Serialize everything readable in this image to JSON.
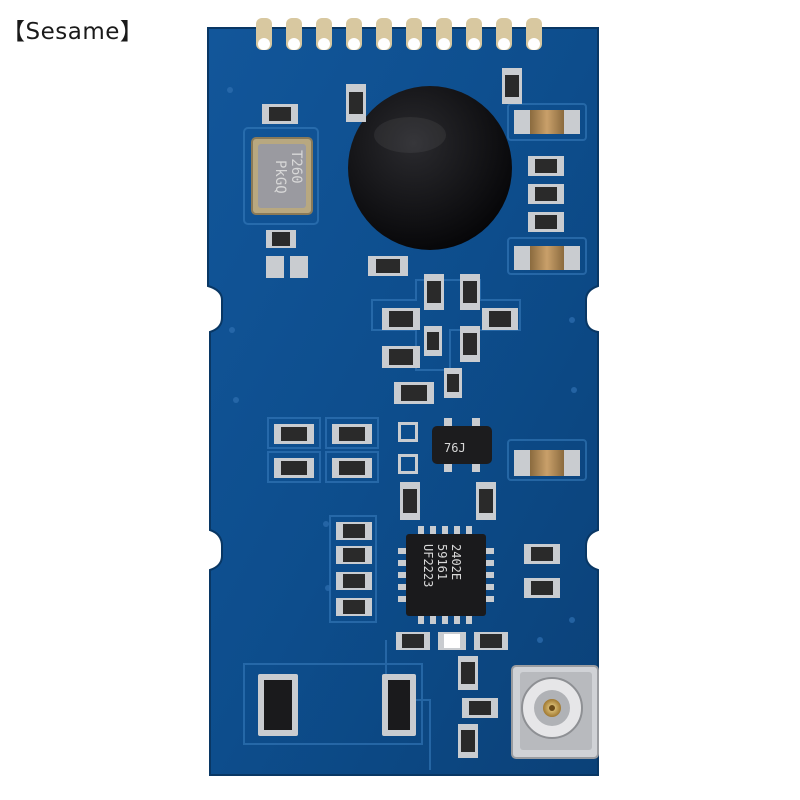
{
  "brand": {
    "label": "【Sesame】"
  },
  "board": {
    "crystal_marking": [
      "T260",
      "PkGQ"
    ],
    "transistor_marking": "76J",
    "ic_marking": [
      "2402E",
      "59161",
      "UF2223"
    ]
  },
  "colors": {
    "pcb": "#0d4d8c",
    "pcb_dark": "#0a3f75",
    "pad": "#c9ccd0",
    "component": "#2a2a2a",
    "gold": "#c8a050"
  }
}
